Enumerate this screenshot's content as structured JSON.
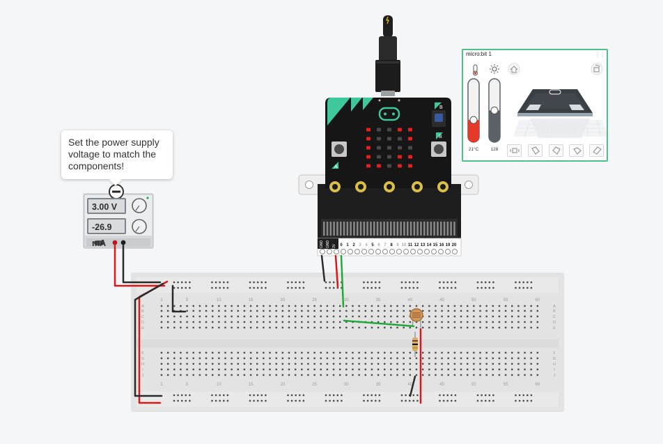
{
  "tooltip": {
    "text": "Set the power supply voltage to match the components!"
  },
  "power_supply": {
    "voltage_display": "3.00 V",
    "current_display": "-26.9 mA"
  },
  "microbit_pins": [
    "0",
    "1",
    "2",
    "3",
    "4",
    "5",
    "6",
    "7",
    "8",
    "9",
    "10",
    "11",
    "12",
    "13",
    "14",
    "15",
    "16",
    "19",
    "20"
  ],
  "microbit_pin_labels": [
    "GND",
    "GND",
    "3V"
  ],
  "microbit_buttons": {
    "a": "A",
    "b": "B"
  },
  "breadboard": {
    "column_numbers": [
      "1",
      "5",
      "10",
      "15",
      "20",
      "25",
      "30",
      "35",
      "40",
      "45",
      "50",
      "55",
      "60"
    ],
    "row_letters_top": [
      "A",
      "B",
      "C",
      "D",
      "E"
    ],
    "row_letters_bottom": [
      "F",
      "G",
      "H",
      "I",
      "J"
    ]
  },
  "simulator_panel": {
    "title": "micro:bit 1",
    "temperature_value": "21°C",
    "light_value": "128",
    "temperature_level": 0.35,
    "light_level": 0.5,
    "icons": [
      "thermometer-icon",
      "sun-icon",
      "home-icon",
      "rotate-icon",
      "shake-icon",
      "tilt-left-icon",
      "tilt-right-icon",
      "tilt-front-icon",
      "tilt-back-icon"
    ]
  },
  "colors": {
    "accent_green": "#4dc189",
    "microbit_teal": "#3fc89b",
    "led_red": "#e52020",
    "wire_red": "#e4161b",
    "wire_black": "#222222",
    "wire_green": "#22a83a",
    "breadboard": "#e3e3e3"
  }
}
